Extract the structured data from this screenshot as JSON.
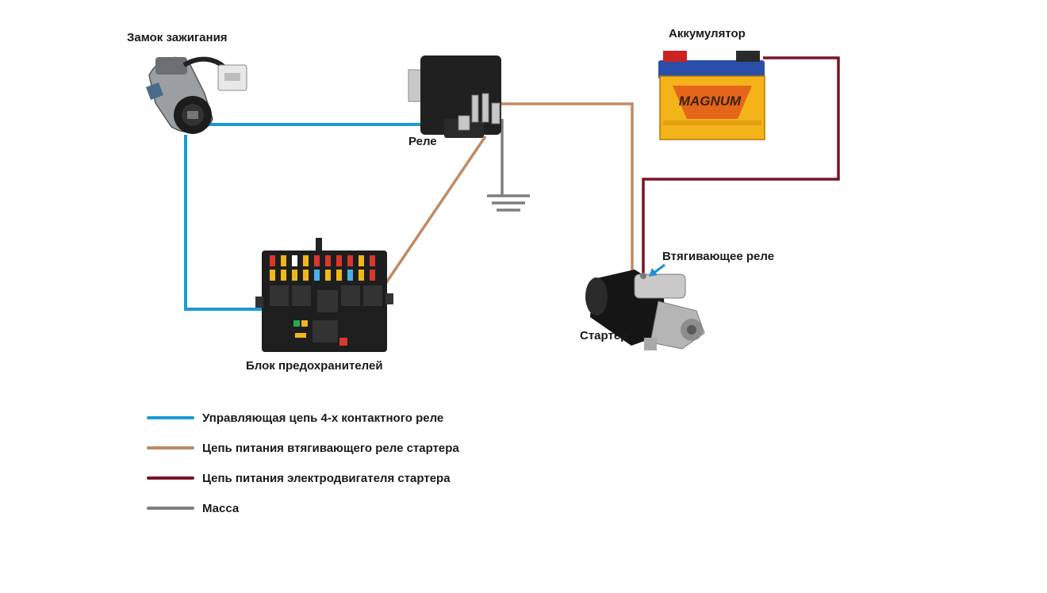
{
  "components": {
    "ignition_label": "Замок зажигания",
    "relay_label": "Реле",
    "battery_label": "Аккумулятор",
    "battery_brand": "MAGNUM",
    "fuse_block_label": "Блок предохранителей",
    "solenoid_label": "Втягивающее реле",
    "starter_label": "Стартер"
  },
  "colors": {
    "control": "#1b9ad6",
    "solenoid_power": "#c08a63",
    "motor_power": "#7a1428",
    "ground": "#7f7f7f"
  },
  "legend": [
    {
      "text": "Управляющая цепь 4-х контактного реле",
      "color": "#1b9ad6"
    },
    {
      "text": "Цепь питания втягивающего реле стартера",
      "color": "#c08a63"
    },
    {
      "text": "Цепь питания электродвигателя стартера",
      "color": "#7a1428"
    },
    {
      "text": "Масса",
      "color": "#7f7f7f"
    }
  ]
}
